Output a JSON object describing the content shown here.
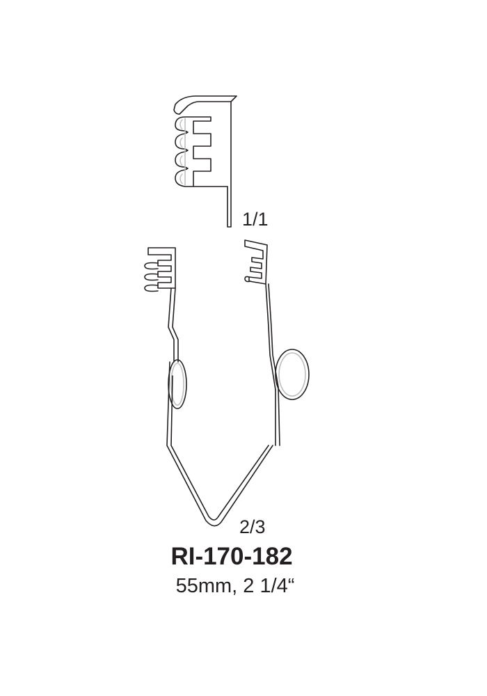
{
  "illustration": {
    "detail_view_scale": "1/1",
    "main_view_scale": "2/3"
  },
  "product": {
    "code": "RI-170-182",
    "size": "55mm, 2 1/4“"
  },
  "colors": {
    "outline": "#231f20",
    "metal_highlight": "#bcbec0",
    "background": "#ffffff"
  },
  "icons": {
    "detail_view": "retractor-blade-detail-icon",
    "main_view": "wire-eye-retractor-icon"
  }
}
